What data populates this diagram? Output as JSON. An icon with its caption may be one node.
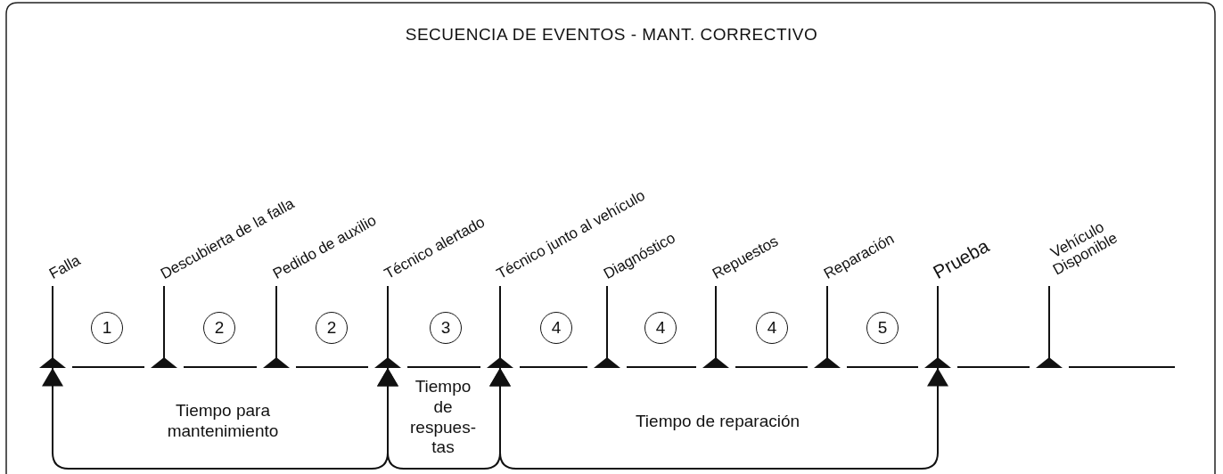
{
  "diagram": {
    "title": "SECUENCIA DE EVENTOS - MANT. CORRECTIVO",
    "nodes": [
      {
        "text": [],
        "shape": "bar",
        "beside": [
          "Falla"
        ]
      },
      {
        "text": [],
        "shape": "bar",
        "beside": [
          "Descubierta de la falla"
        ]
      },
      {
        "text": [],
        "shape": "bar",
        "beside": [
          "Pedido de auxilio"
        ]
      },
      {
        "text": [],
        "shape": "bar",
        "beside": [
          "Técnico alertado"
        ]
      },
      {
        "text": [],
        "shape": "bar",
        "beside": [
          "Técnico junto al vehículo"
        ]
      },
      {
        "text": [],
        "shape": "bar",
        "beside": [
          "Diagnóstico"
        ]
      },
      {
        "text": [],
        "shape": "bar",
        "beside": [
          "Repuestos"
        ]
      },
      {
        "text": [],
        "shape": "bar",
        "beside": [
          "Reparación"
        ]
      },
      {
        "text": [],
        "shape": "bar",
        "beside": [
          "Prueba"
        ]
      },
      {
        "text": [],
        "shape": "bar",
        "beside": [
          "Vehículo Disponible"
        ]
      },
      {
        "text": [
          "1"
        ]
      },
      {
        "text": [
          "2"
        ]
      },
      {
        "text": [
          "2"
        ]
      },
      {
        "text": [
          "3"
        ]
      },
      {
        "text": [
          "4"
        ]
      },
      {
        "text": [
          "4"
        ]
      },
      {
        "text": [
          "4"
        ]
      },
      {
        "text": [
          "5"
        ]
      }
    ],
    "edges": [
      {
        "from": 0,
        "to": 3,
        "arrow": "both",
        "label": "Tiempo para mantenimiento"
      },
      {
        "from": 3,
        "to": 4,
        "arrow": "both",
        "label": "Tiempo de respues- tas"
      },
      {
        "from": 4,
        "to": 8,
        "arrow": "both",
        "label": "Tiempo de reparación"
      },
      {
        "from": 0,
        "to": 1,
        "arrow": "none"
      },
      {
        "from": 1,
        "to": 2,
        "arrow": "none"
      },
      {
        "from": 2,
        "to": 3,
        "arrow": "none"
      },
      {
        "from": 3,
        "to": 4,
        "arrow": "none"
      },
      {
        "from": 4,
        "to": 5,
        "arrow": "none"
      },
      {
        "from": 5,
        "to": 6,
        "arrow": "none"
      },
      {
        "from": 6,
        "to": 7,
        "arrow": "none"
      },
      {
        "from": 7,
        "to": 8,
        "arrow": "none"
      },
      {
        "from": 8,
        "to": 9,
        "arrow": "none"
      },
      {
        "from": 9,
        "to": null,
        "arrow": "none"
      }
    ]
  }
}
